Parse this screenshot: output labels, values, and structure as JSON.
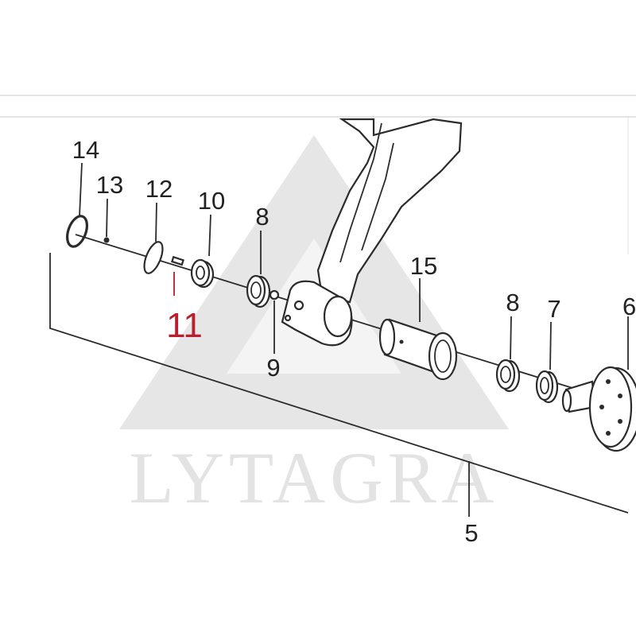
{
  "diagram": {
    "accent_color": "#b8202e",
    "line_color": "#2b2b2b",
    "watermark": {
      "text": "LYTAGRA",
      "color": "#e3e3e3"
    },
    "callouts": {
      "c14": "14",
      "c13": "13",
      "c12": "12",
      "c10": "10",
      "c8a": "8",
      "c11": "11",
      "c9": "9",
      "c15": "15",
      "c8b": "8",
      "c7": "7",
      "c6": "6",
      "c5": "5"
    },
    "parts": [
      {
        "id": "14",
        "icon": "retaining-ring-icon"
      },
      {
        "id": "13",
        "icon": "grease-nipple-icon"
      },
      {
        "id": "12",
        "icon": "dust-cap-icon"
      },
      {
        "id": "11",
        "icon": "split-pin-icon"
      },
      {
        "id": "10",
        "icon": "castle-nut-icon"
      },
      {
        "id": "8",
        "icon": "bearing-icon"
      },
      {
        "id": "9",
        "icon": "small-nut-icon"
      },
      {
        "id": "15",
        "icon": "bushing-icon"
      },
      {
        "id": "7",
        "icon": "seal-ring-icon"
      },
      {
        "id": "6",
        "icon": "hub-flange-icon"
      },
      {
        "id": "5",
        "icon": "assembly-bracket-icon"
      }
    ]
  }
}
